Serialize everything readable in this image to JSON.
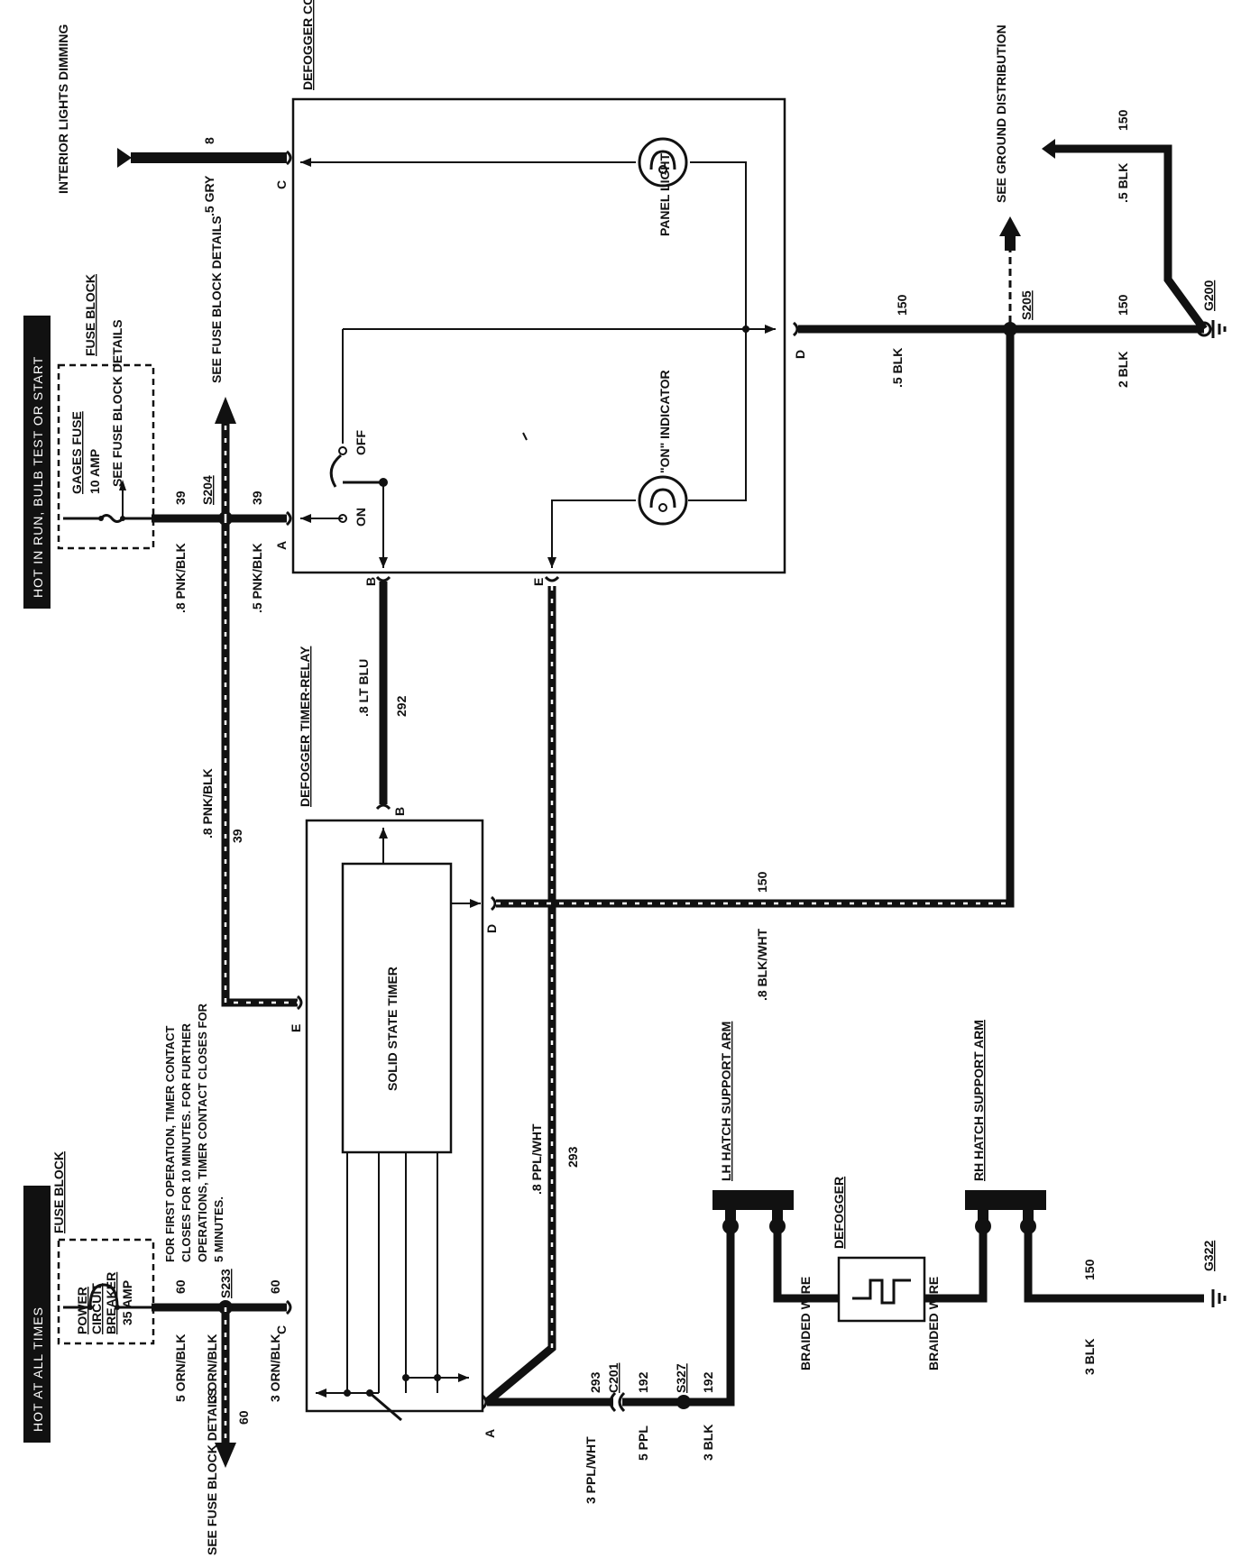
{
  "banners": {
    "hot_run": "HOT IN RUN, BULB TEST OR START",
    "hot_all": "HOT AT ALL TIMES"
  },
  "fuse_block_top": {
    "title": "FUSE BLOCK",
    "fuse_name": "GAGES FUSE",
    "fuse_rating": "10 AMP",
    "details": "SEE FUSE BLOCK DETAILS"
  },
  "fuse_block_bottom": {
    "title": "FUSE BLOCK",
    "cb_line1": "POWER",
    "cb_line2": "CIRCUIT",
    "cb_line3": "BREAKER",
    "cb_rating": "35 AMP"
  },
  "see_fuse_block_top": "SEE FUSE BLOCK DETAILS",
  "see_fuse_block_bottom": "SEE FUSE BLOCK DETAILS",
  "defogger_control": "DEFOGGER CONTROL",
  "defogger_timer_relay": "DEFOGGER TIMER-RELAY",
  "solid_state_timer": "SOLID STATE TIMER",
  "panel_light": "PANEL LIGHT",
  "on_indicator": "\"ON\" INDICATOR",
  "switch_off": "OFF",
  "switch_on": "ON",
  "interior_lights": "INTERIOR LIGHTS DIMMING",
  "see_ground": "SEE GROUND DISTRIBUTION",
  "timer_note": "FOR FIRST OPERATION, TIMER CONTACT CLOSES FOR 10 MINUTES. FOR FURTHER OPERATIONS, TIMER CONTACT CLOSES FOR 5 MINUTES.",
  "lh_hatch": "LH HATCH SUPPORT ARM",
  "rh_hatch": "RH HATCH SUPPORT ARM",
  "defogger": "DEFOGGER",
  "braided_wire": "BRAIDED WIRE",
  "splices": {
    "s204": "S204",
    "s205": "S205",
    "s233": "S233",
    "s327": "S327"
  },
  "grounds": {
    "g200": "G200",
    "g322": "G322"
  },
  "connector": "C201",
  "pins": {
    "a": "A",
    "b": "B",
    "c": "C",
    "d": "D",
    "e": "E"
  },
  "wires": {
    "gry": ".5 GRY",
    "gry_circ": "8",
    "pnk_8": ".8 PNK/BLK",
    "pnk_5": ".5 PNK/BLK",
    "pnk_circ": "39",
    "lt_blu": ".8 LT BLU",
    "lt_blu_circ": "292",
    "blk_5": ".5 BLK",
    "blk_2": "2 BLK",
    "blk_circ": "150",
    "blk_wht": ".8 BLK/WHT",
    "ppl_wht_8": ".8 PPL/WHT",
    "ppl_wht_circ": "293",
    "ppl_wht_3": "3 PPL/WHT",
    "ppl_5": "5 PPL",
    "ppl_circ": "192",
    "blk_3": "3 BLK",
    "orn_5": "5 ORN/BLK",
    "orn_3": "3 ORN/BLK",
    "orn_circ": "60"
  }
}
